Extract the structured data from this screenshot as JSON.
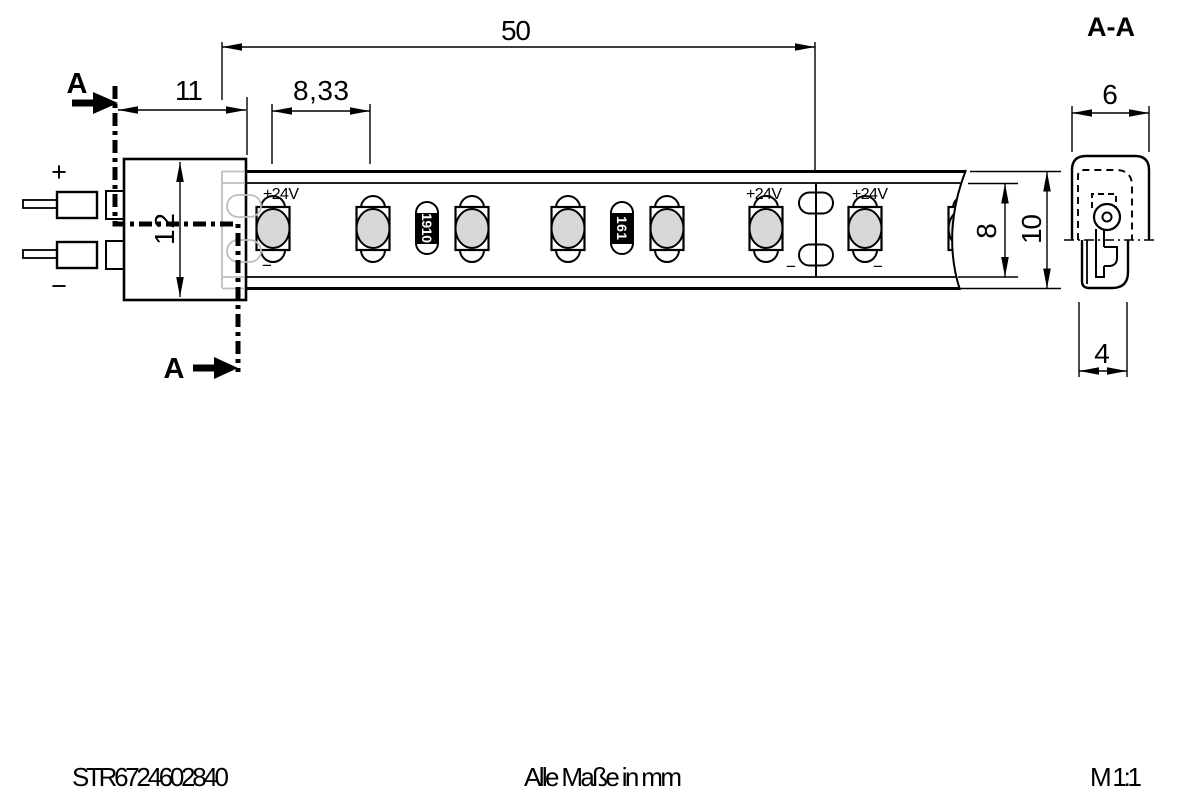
{
  "drawing": {
    "section_title": "A-A",
    "section_marker": "A",
    "dimensions": {
      "module_length": "50",
      "connector_length": "11",
      "led_pitch": "8,33",
      "connector_height": "12",
      "pcb_width": "8",
      "sleeve_width": "10",
      "section_width": "6",
      "section_depth": "4"
    },
    "polarity": {
      "plus": "+",
      "minus": "−",
      "supply": "+24V",
      "pad_minus": "−"
    },
    "components": {
      "resistor_1": "1910",
      "resistor_2": "161"
    },
    "footer": {
      "part_number": "STR6724602840",
      "units_note": "Alle Maße in mm",
      "scale": "M 1:1"
    },
    "colors": {
      "ink": "#000000",
      "led_fill": "#d8d8d8",
      "hidden_line": "#bdbdbd"
    }
  }
}
